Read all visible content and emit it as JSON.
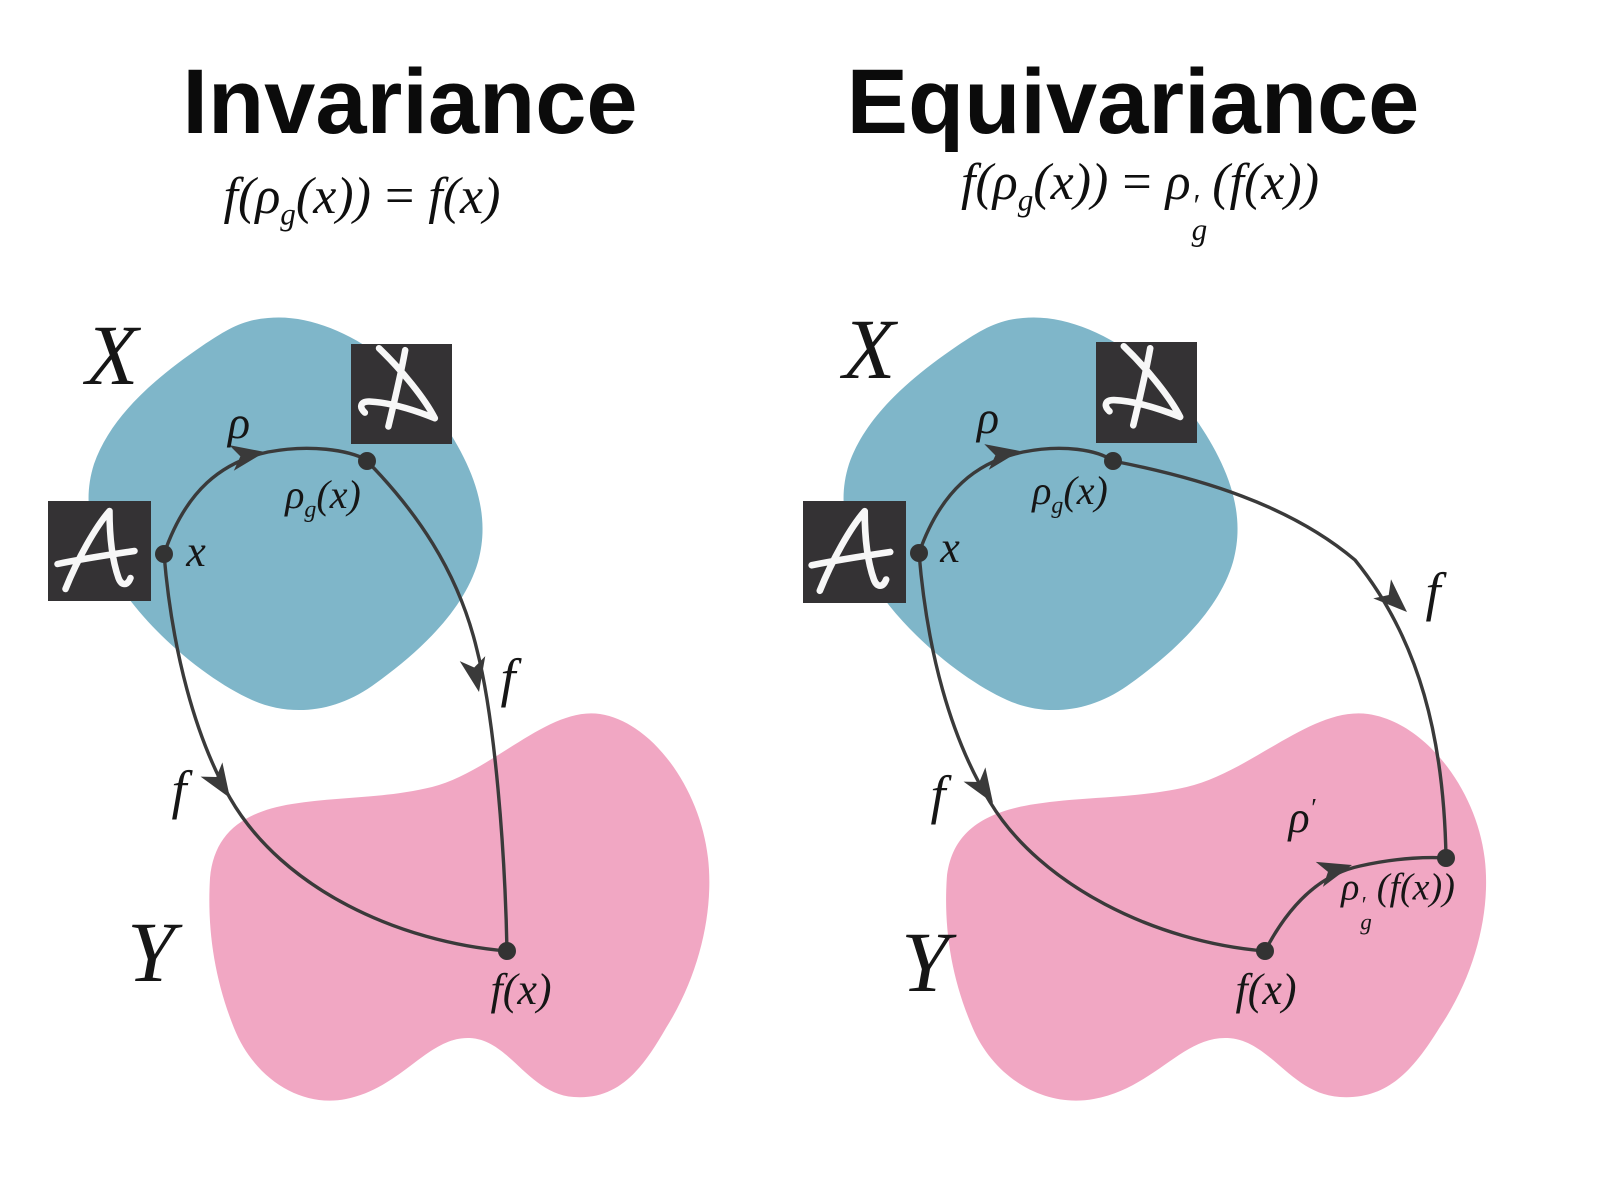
{
  "titles": {
    "left": "Invariance",
    "right": "Equivariance"
  },
  "tokens": {
    "f": "f",
    "x": "x",
    "X": "X",
    "Y": "Y",
    "rho": "ρ",
    "g": "g",
    "prime": "′",
    "lp": "(",
    "rp": ")",
    "eq": "=",
    "px": "(x)",
    "fx": "f(x)",
    "pfx": "(f(x))"
  },
  "icons": {
    "letter_a": "handwritten-A-image",
    "letter_a_rotated": "handwritten-A-rotated-image"
  },
  "colors": {
    "blue_blob": "#7fb6c9",
    "pink_blob": "#f1a7c3",
    "square_bg": "#343234",
    "stroke": "#3a3a3a",
    "text_color": "#161616"
  }
}
